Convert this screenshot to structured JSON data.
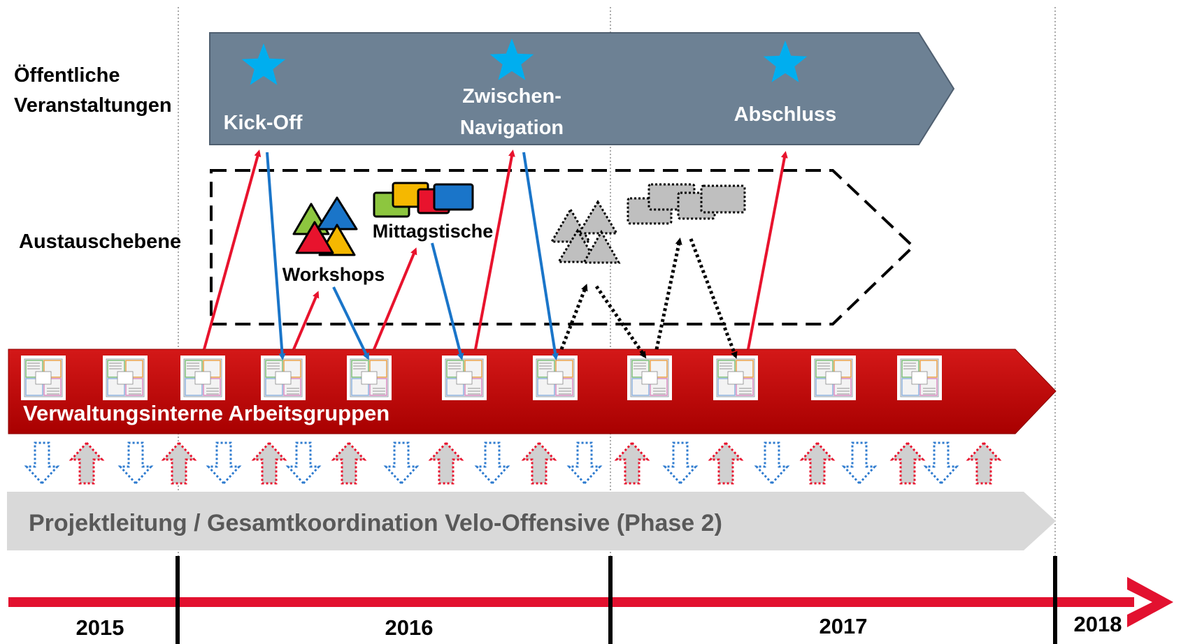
{
  "rows": {
    "public_events_l1": "Öffentliche",
    "public_events_l2": "Veranstaltungen",
    "exchange": "Austauschebene",
    "working_groups": "Verwaltungsinterne Arbeitsgruppen",
    "project_lead": "Projektleitung / Gesamtkoordination Velo-Offensive (Phase 2)"
  },
  "events": {
    "kickoff": "Kick-Off",
    "midterm_l1": "Zwischen-",
    "midterm_l2": "Navigation",
    "final": "Abschluss"
  },
  "formats": {
    "workshops": "Workshops",
    "lunch_tables": "Mittagstische"
  },
  "years": [
    "2015",
    "2016",
    "2017",
    "2018"
  ],
  "colors": {
    "events_band": "#6d8194",
    "star": "#00aeef",
    "working_groups_band": "#c00000",
    "project_band": "#d9d9d9",
    "project_text": "#595959",
    "up_arrow": "#e8132d",
    "down_arrow": "#2e7bcf",
    "timeline": "#e2112f"
  }
}
